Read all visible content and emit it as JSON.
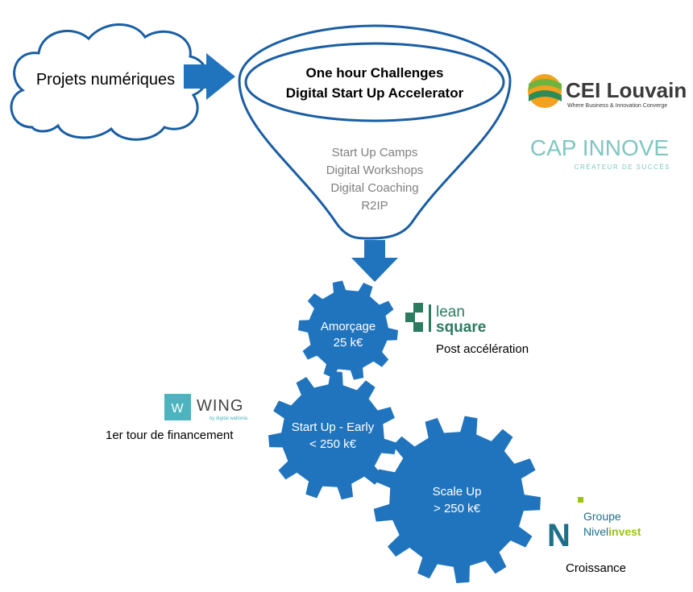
{
  "cloud": {
    "label": "Projets numériques"
  },
  "funnel": {
    "title_line1": "One hour Challenges",
    "title_line2": "Digital Start Up Accelerator",
    "items": [
      "Start Up Camps",
      "Digital Workshops",
      "Digital Coaching",
      "R2IP"
    ]
  },
  "gears": [
    {
      "line1": "Amorçage",
      "line2": "25 k€"
    },
    {
      "line1": "Start Up - Early",
      "line2": "< 250 k€"
    },
    {
      "line1": "Scale Up",
      "line2": "> 250 k€"
    }
  ],
  "logos": {
    "cei": {
      "name": "CEI Louvain",
      "tagline": "Where Business & Innovation Converge"
    },
    "capinnove": {
      "name": "CAP INNOVE",
      "tagline": "CRÉATEUR DE SUCCÈS"
    },
    "leansquare": {
      "line1": "lean",
      "line2": "square"
    },
    "wing": {
      "name": "WING",
      "tagline": "by digital wallonia",
      "mark": "W"
    },
    "nivelinvest": {
      "line1": "Groupe",
      "line2a": "Nivel",
      "line2b": "invest",
      "mark": "N"
    }
  },
  "captions": {
    "leansquare": "Post accélération",
    "wing": "1er tour de financement",
    "nivelinvest": "Croissance"
  },
  "colors": {
    "blue": "#2074be",
    "outline": "#1a5ea3",
    "funnel_text": "#7f7f7f",
    "leansquare_green": "#2b7c5f",
    "wing_teal": "#4cb3bf",
    "nivelinvest_teal": "#1f6f8b",
    "nivelinvest_lime": "#9dc21b",
    "cap_teal": "#7fc6c2"
  }
}
